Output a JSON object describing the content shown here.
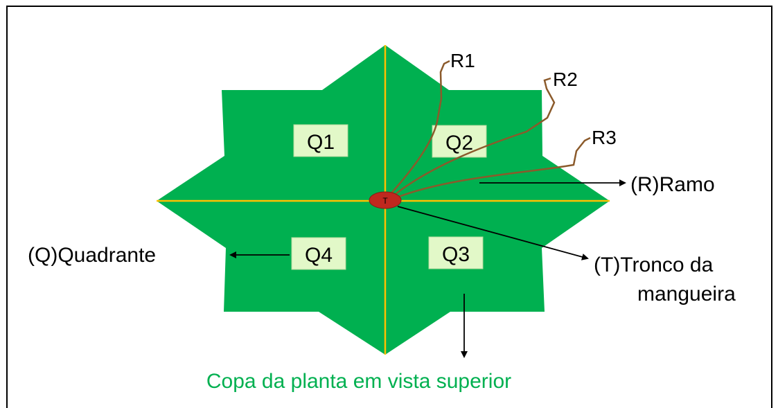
{
  "quadrants": {
    "q1": "Q1",
    "q2": "Q2",
    "q3": "Q3",
    "q4": "Q4"
  },
  "branches": {
    "r1": "R1",
    "r2": "R2",
    "r3": "R3"
  },
  "trunk_marker": "T",
  "labels": {
    "ramo": "(R)Ramo",
    "quadrante": "(Q)Quadrante",
    "tronco_line1": "(T)Tronco da",
    "tronco_line2": "mangueira"
  },
  "caption": "Copa da planta em vista superior",
  "colors": {
    "canopy": "#00b050",
    "axis": "#ffc000",
    "branch": "#8b5a2b",
    "trunk": "#c0281f",
    "quadrant_box": "#e2f8c8",
    "caption": "#00b050"
  }
}
